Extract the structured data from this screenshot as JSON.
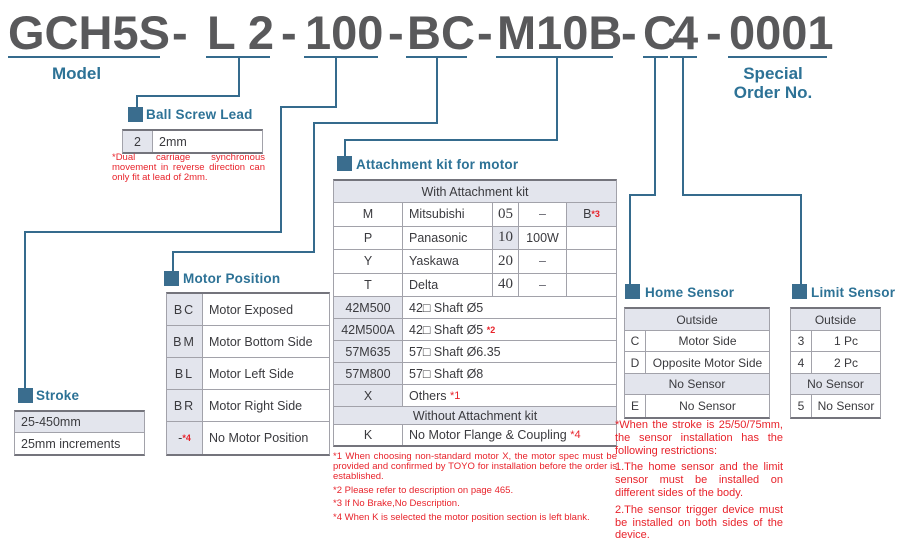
{
  "colors": {
    "teal_accent": "#2d7296",
    "teal_square": "#3a6d8e",
    "connector_line": "#356b8d",
    "red_note": "#e8232b",
    "title_text": "#59595b",
    "cell_gray_bg": "#e3e5ed"
  },
  "title": {
    "dash": "-",
    "model": "GCH5S",
    "lead_code": "L 2",
    "stroke_code": "100",
    "motor_position_code": "BC",
    "attachment_code": "M10B",
    "home_sensor_code": "C",
    "limit_sensor_code": "4",
    "order_code": "0001"
  },
  "labels": {
    "model": "Model",
    "special_1": "Special",
    "special_2": "Order No."
  },
  "ball_screw": {
    "heading": "Ball Screw Lead",
    "code": "2",
    "value": "2mm",
    "note": "*Dual carriage synchronous movement in reverse direction can only fit at lead of 2mm."
  },
  "motor_position": {
    "heading": "Motor Position",
    "rows": [
      {
        "code": "BC",
        "label": "Motor Exposed"
      },
      {
        "code": "BM",
        "label": "Motor Bottom Side"
      },
      {
        "code": "BL",
        "label": "Motor Left Side"
      },
      {
        "code": "BR",
        "label": "Motor Right Side"
      },
      {
        "code": "-",
        "sup": "*4",
        "label": "No Motor Position"
      }
    ]
  },
  "stroke": {
    "heading": "Stroke",
    "range": "25-450mm",
    "increment": "25mm increments"
  },
  "attachment": {
    "heading": "Attachment kit for motor",
    "group_with": "With Attachment kit",
    "group_without": "Without  Attachment kit",
    "brand_rows": [
      {
        "code": "M",
        "brand": "Mitsubishi",
        "num": "05",
        "power": "–",
        "extra": "B",
        "extra_sup": "*3"
      },
      {
        "code": "P",
        "brand": "Panasonic",
        "num": "10",
        "power": "100W",
        "extra": "",
        "extra_sup": ""
      },
      {
        "code": "Y",
        "brand": "Yaskawa",
        "num": "20",
        "power": "–",
        "extra": "",
        "extra_sup": ""
      },
      {
        "code": "T",
        "brand": "Delta",
        "num": "40",
        "power": "–",
        "extra": "",
        "extra_sup": ""
      }
    ],
    "spec_rows": [
      {
        "code": "42M500",
        "desc": "42□ Shaft Ø5",
        "sup": ""
      },
      {
        "code": "42M500A",
        "desc": "42□ Shaft Ø5",
        "sup": "*2"
      },
      {
        "code": "57M635",
        "desc": "57□ Shaft Ø6.35",
        "sup": ""
      },
      {
        "code": "57M800",
        "desc": "57□ Shaft Ø8",
        "sup": ""
      },
      {
        "code": "X",
        "desc": "Others",
        "sup": "*1"
      }
    ],
    "k_row": {
      "code": "K",
      "desc": "No Motor Flange & Coupling",
      "sup": "*4"
    },
    "notes": [
      "*1 When choosing non-standard motor X, the motor spec must be provided and confirmed by TOYO for installation before the order is established.",
      "*2 Please refer to description on page 465.",
      "*3 If No Brake,No Description.",
      "*4 When K is selected the motor position section is left blank."
    ]
  },
  "home_sensor": {
    "heading": "Home Sensor",
    "group_outside": "Outside",
    "group_no_sensor": "No Sensor",
    "rows": [
      {
        "code": "C",
        "label": "Motor Side"
      },
      {
        "code": "D",
        "label": "Opposite Motor Side"
      }
    ],
    "no_sensor_row": {
      "code": "E",
      "label": "No Sensor"
    },
    "notes": [
      "*When the stroke is 25/50/75mm, the sensor installation has the following restrictions:",
      "1.The home sensor and the limit sensor must be installed on different sides of the body.",
      "2.The sensor trigger device must be installed on both sides of the device."
    ]
  },
  "limit_sensor": {
    "heading": "Limit Sensor",
    "group_outside": "Outside",
    "group_no_sensor": "No Sensor",
    "rows": [
      {
        "code": "3",
        "label": "1 Pc"
      },
      {
        "code": "4",
        "label": "2 Pc"
      }
    ],
    "no_sensor_row": {
      "code": "5",
      "label": "No Sensor"
    }
  }
}
